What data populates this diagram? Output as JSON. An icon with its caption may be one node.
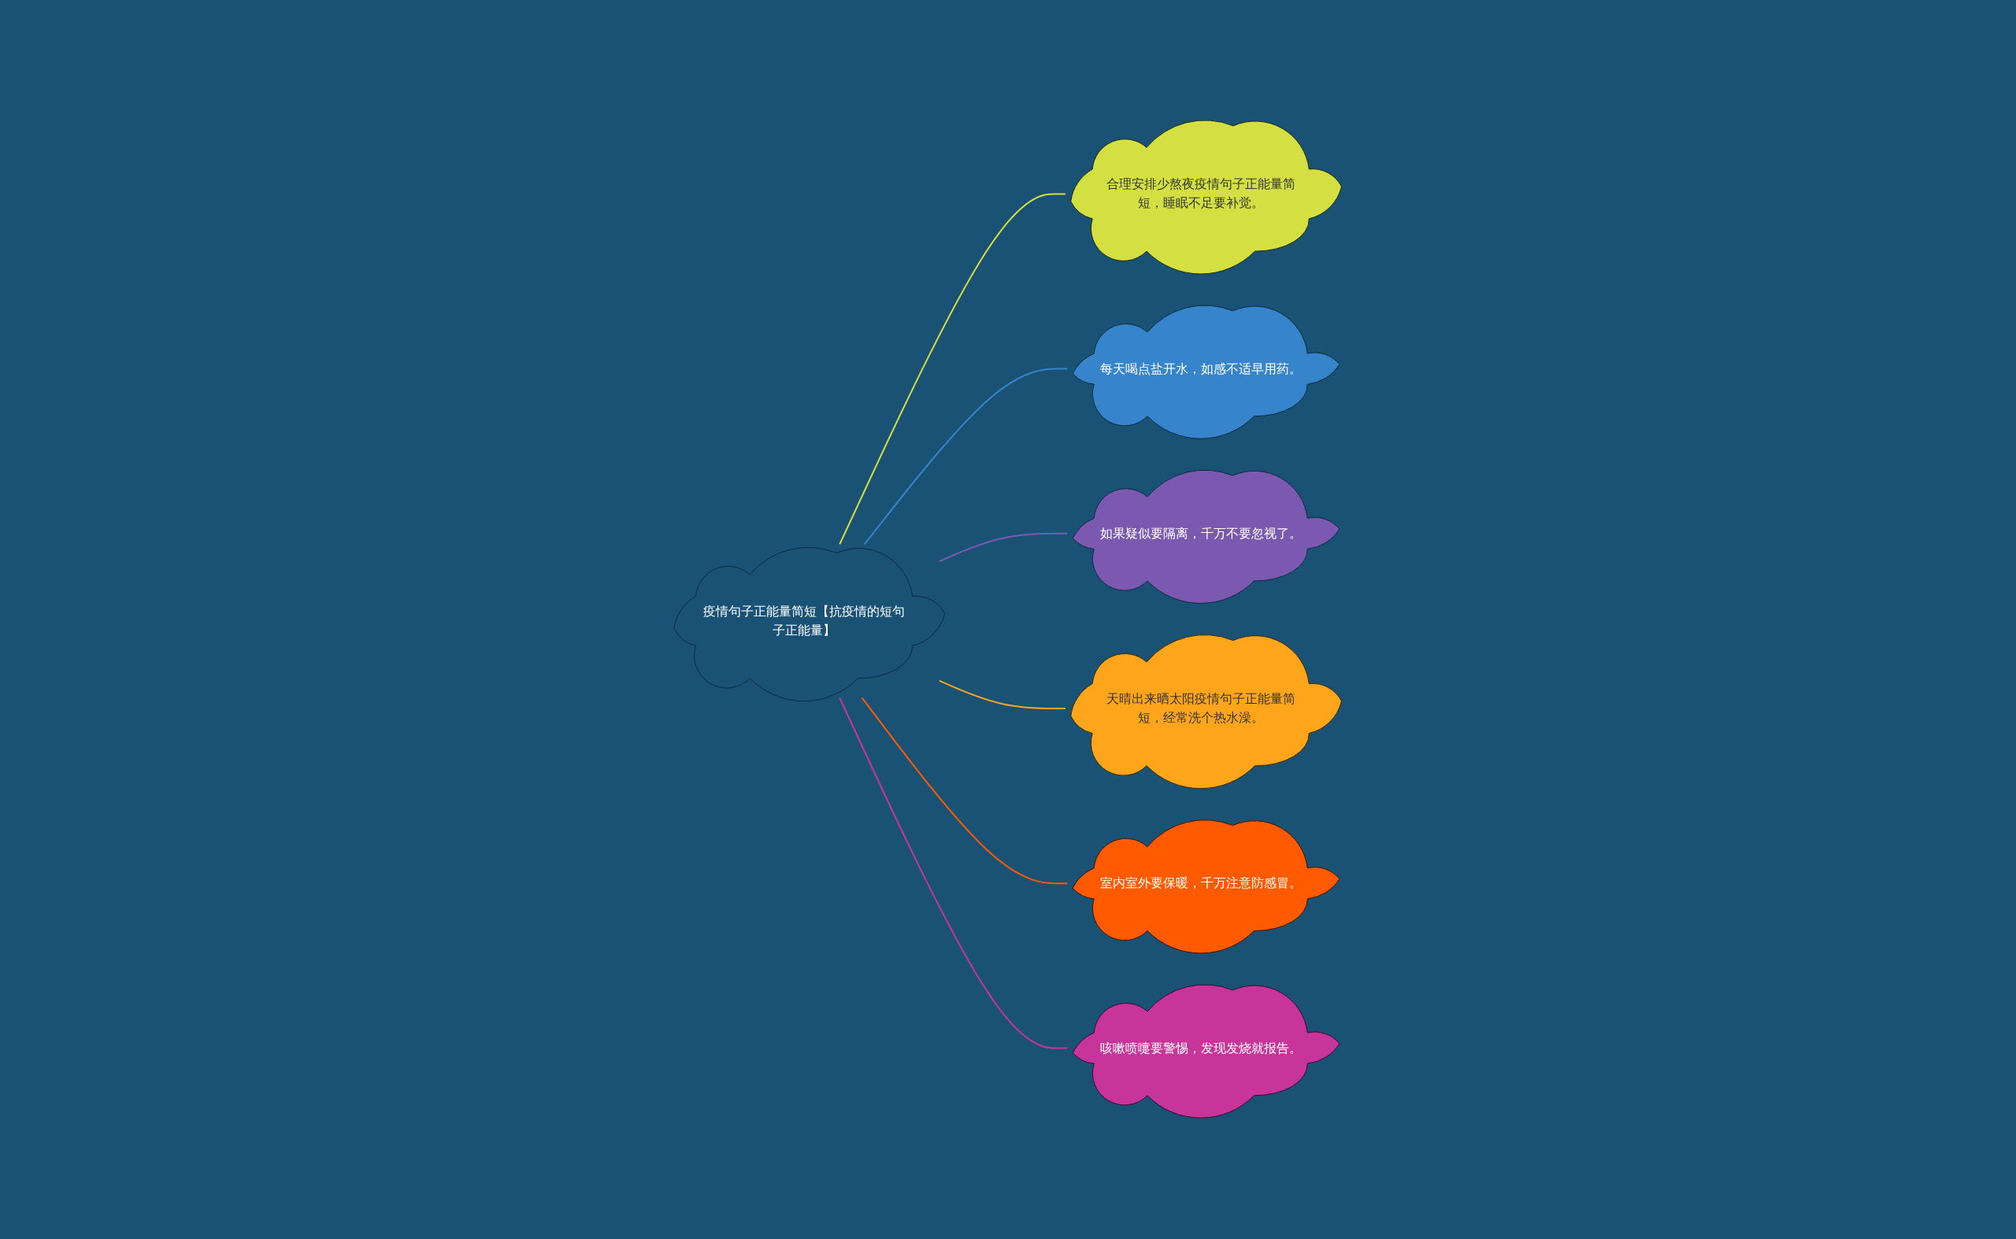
{
  "diagram": {
    "nodes": [
      {
        "text": [
          "疫情句子正能量简短【抗疫情的短句子正能量】"
        ]
      },
      {
        "text": [
          "合理安排少熬夜疫情句子正能量简短，睡眠不足要补觉。"
        ]
      },
      {
        "text": [
          "每天喝点盐开水，如感不适早用药。"
        ]
      },
      {
        "text": [
          "如果疑似要隔离，千万不要忽视了。"
        ]
      },
      {
        "text": [
          "天晴出来晒太阳疫情句子正能量简短，经常洗个热水澡。"
        ]
      },
      {
        "text": [
          "室内室外要保暖，千万注意防感冒。"
        ]
      },
      {
        "text": [
          "咳嗽喷嚏要警惕，发现发烧就报告。"
        ]
      }
    ],
    "edges": [
      {
        "from": 0,
        "to": 1,
        "arrow": "none",
        "color": "#d4df41"
      },
      {
        "from": 0,
        "to": 2,
        "arrow": "none",
        "color": "#3684cc"
      },
      {
        "from": 0,
        "to": 3,
        "arrow": "none",
        "color": "#7c59b1"
      },
      {
        "from": 0,
        "to": 4,
        "arrow": "none",
        "color": "#fea51c"
      },
      {
        "from": 0,
        "to": 5,
        "arrow": "none",
        "color": "#ff5a00"
      },
      {
        "from": 0,
        "to": 6,
        "arrow": "none",
        "color": "#c8359a"
      }
    ]
  }
}
